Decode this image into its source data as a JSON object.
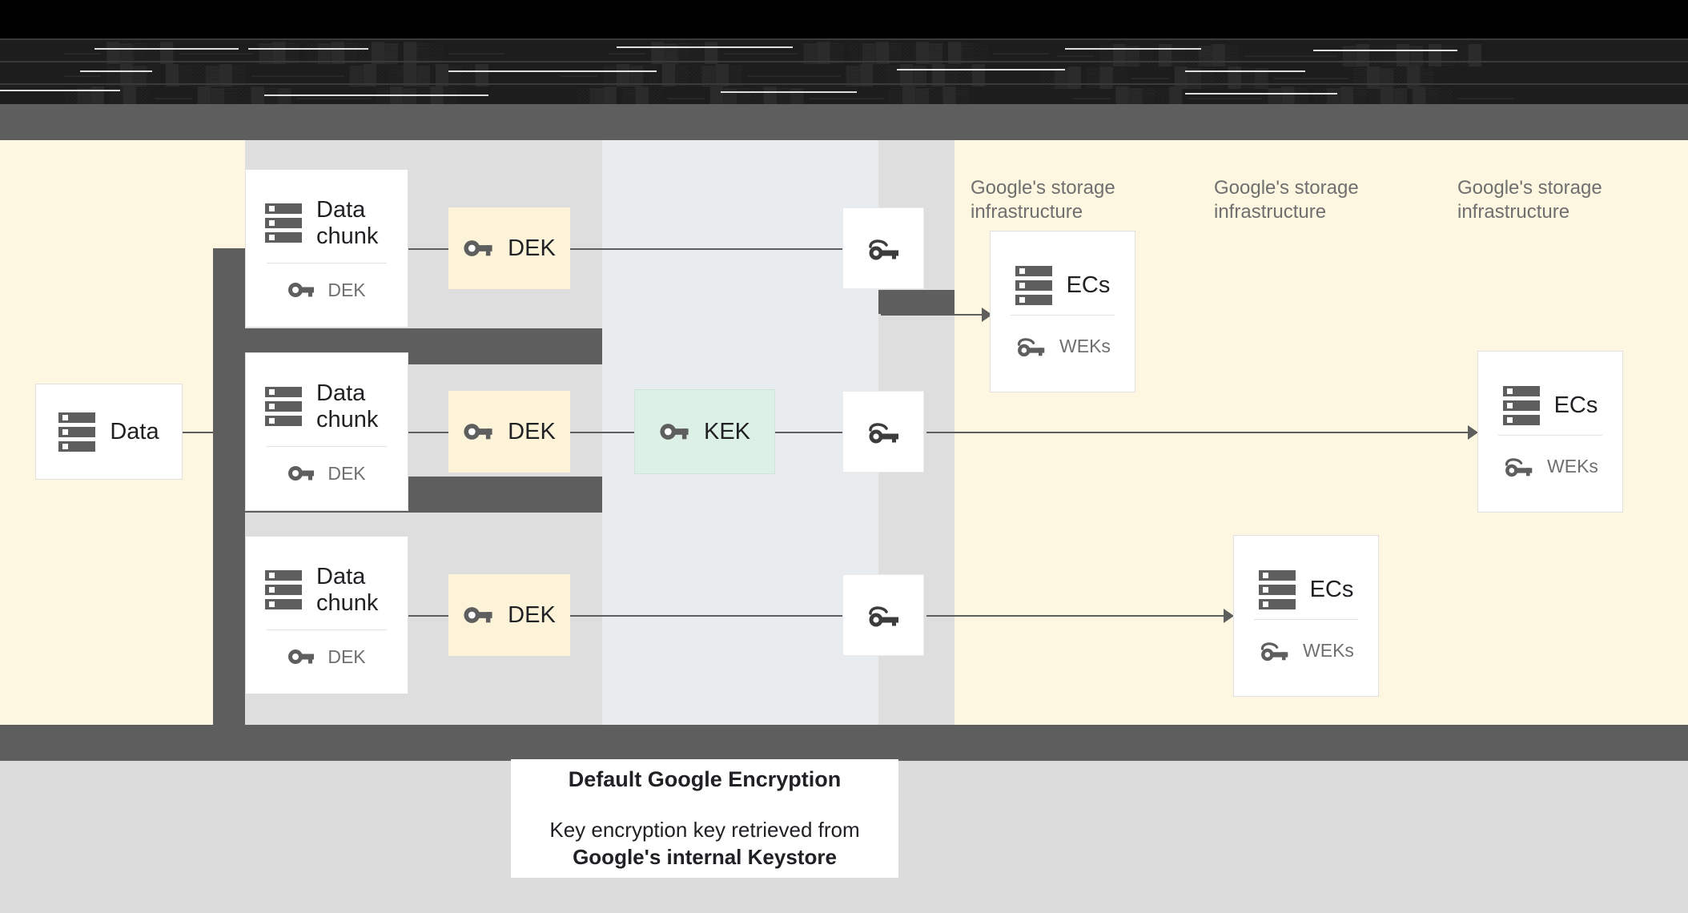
{
  "banner": {
    "obscured": true,
    "note": "top banner text is rendered near-black on black and is not legible",
    "glyph_lines": [
      "——  █▓▒░█  ————  ▓█▒ ░▓█▒░█▓  █▒░ ———",
      "—— ▒█▓░ █▒░▓█▒ ————— ▓█░▒█▓ █▒░█",
      "░▓█ ▒█░ —— █▓▒░█▒▓ ———— ▒█▓░█▒"
    ]
  },
  "diagram": {
    "title": "Default Google Encryption",
    "nodes": {
      "data": {
        "label": "Data",
        "icon": "server-icon"
      },
      "data_chunks": [
        {
          "label": "Data chunk",
          "icon": "server-icon",
          "key_label": "DEK",
          "key_icon": "key-icon"
        },
        {
          "label": "Data chunk",
          "icon": "server-icon",
          "key_label": "DEK",
          "key_icon": "key-icon"
        },
        {
          "label": "Data chunk",
          "icon": "server-icon",
          "key_label": "DEK",
          "key_icon": "key-icon"
        }
      ],
      "deks": [
        {
          "label": "DEK",
          "icon": "key-icon"
        },
        {
          "label": "DEK",
          "icon": "key-icon"
        },
        {
          "label": "DEK",
          "icon": "key-icon"
        }
      ],
      "kek": {
        "label": "KEK",
        "icon": "key-icon"
      },
      "wrapped_keys": [
        {
          "label": "",
          "icon": "wrapped-key-icon"
        },
        {
          "label": "",
          "icon": "wrapped-key-icon"
        },
        {
          "label": "",
          "icon": "wrapped-key-icon"
        }
      ],
      "storage": [
        {
          "infra_label": "Google's storage\ninfrastructure",
          "label": "ECs",
          "icon": "server-icon",
          "key_label": "WEKs",
          "key_icon": "wrapped-key-icon"
        },
        {
          "infra_label": "Google's storage\ninfrastructure",
          "label": "ECs",
          "icon": "server-icon",
          "key_label": "WEKs",
          "key_icon": "wrapped-key-icon"
        },
        {
          "infra_label": "Google's storage\ninfrastructure",
          "label": "ECs",
          "icon": "server-icon",
          "key_label": "WEKs",
          "key_icon": "wrapped-key-icon"
        }
      ]
    }
  },
  "caption": {
    "heading": "Default Google Encryption",
    "body_lead": "Key encryption key retrieved from",
    "body_strong": "Google's internal Keystore"
  },
  "colors": {
    "cream": "#fdf6e0",
    "dek_fill": "#fdf3d8",
    "kek_fill": "#ddf0e6",
    "blue_panel": "#e8ecee",
    "grey_panel": "#dedede",
    "dark_bar": "#5e5e5e",
    "page_bg": "#dcdcdc",
    "card_bg": "#ffffff",
    "text_dark": "#202124",
    "text_grey": "#6f6f6f"
  }
}
